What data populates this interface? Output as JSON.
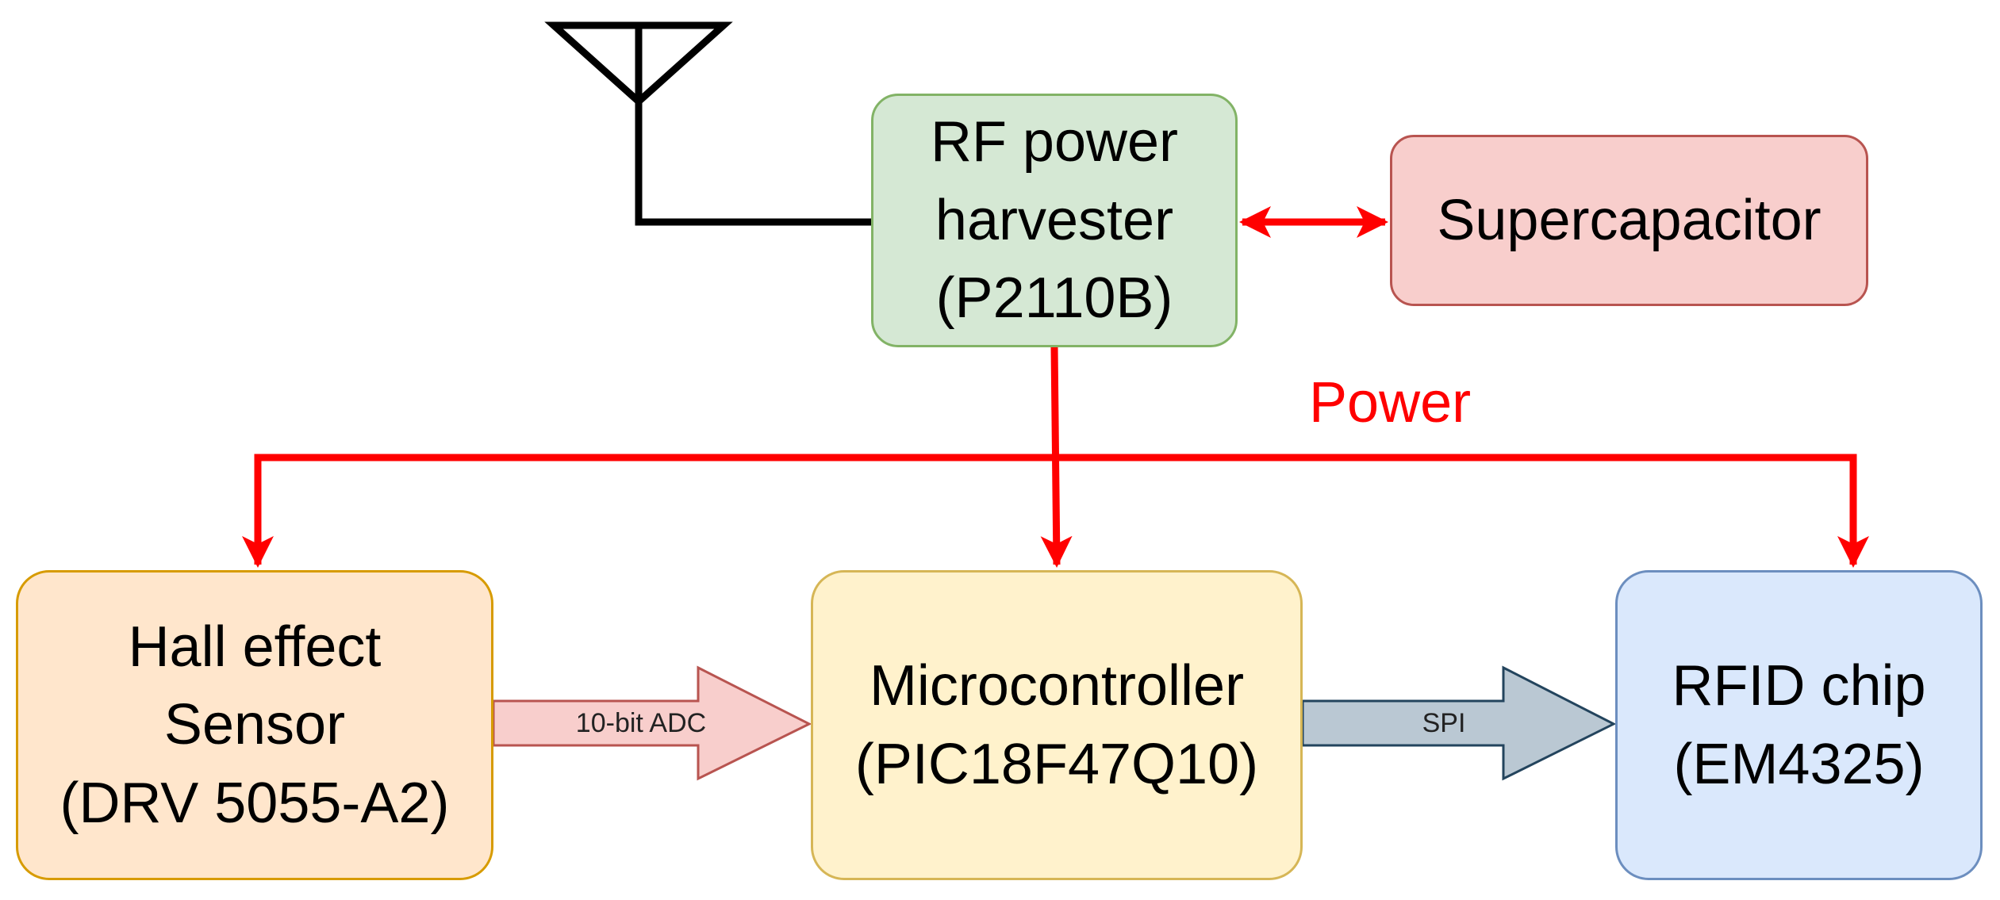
{
  "diagram": {
    "nodes": {
      "rf_harvester": {
        "label": "RF power\nharvester\n(P2110B)",
        "fill": "#d5e8d4",
        "stroke": "#82b366"
      },
      "supercapacitor": {
        "label": "Supercapacitor",
        "fill": "#f8cecc",
        "stroke": "#b85450"
      },
      "hall_sensor": {
        "label": "Hall effect\nSensor\n(DRV 5055-A2)",
        "fill": "#ffe6cc",
        "stroke": "#d79b00"
      },
      "microcontroller": {
        "label": "Microcontroller\n(PIC18F47Q10)",
        "fill": "#fff2cc",
        "stroke": "#d6b656"
      },
      "rfid_chip": {
        "label": "RFID chip\n(EM4325)",
        "fill": "#dae8fc",
        "stroke": "#6c8ebf"
      }
    },
    "power_label": "Power",
    "power_color": "#ff0000",
    "adc_label": "10-bit ADC",
    "adc_arrow_color": "#f8cecc",
    "spi_label": "SPI",
    "spi_arrow_color": "#bac8d3",
    "antenna_icon": "antenna-icon"
  }
}
